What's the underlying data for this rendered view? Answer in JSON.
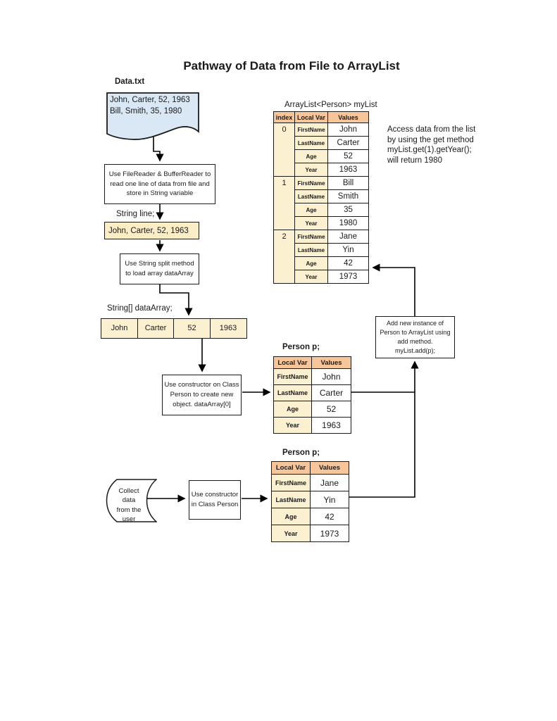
{
  "title": "Pathway of Data from File to ArrayList",
  "datafile": {
    "label": "Data.txt",
    "lines": [
      "John, Carter, 52, 1963",
      "Bill, Smith, 35, 1980"
    ]
  },
  "boxes": {
    "filereader": {
      "lines": [
        "Use FileReader & BufferReader to",
        "read one line of data from file and",
        "store in String variable"
      ]
    },
    "string_line": {
      "label": "String line;",
      "value": "John, Carter, 52, 1963"
    },
    "split": {
      "lines": [
        "Use String split method",
        "to load array dataArray"
      ]
    },
    "constructor1": {
      "lines": [
        "Use constructor on Class",
        "Person to create new",
        "object. dataArray[0]"
      ]
    },
    "add": {
      "lines": [
        "Add new instance of",
        "Person to ArrayList using",
        "add method.",
        "myList.add(p);"
      ]
    },
    "collect": {
      "lines": [
        "Collect data",
        "from the",
        "user"
      ]
    },
    "constructor2": {
      "lines": [
        "Use constructor",
        "in Class Person"
      ]
    }
  },
  "dataarray": {
    "label": "String[] dataArray;",
    "cells": [
      "John",
      "Carter",
      "52",
      "1963"
    ]
  },
  "arraylist": {
    "title": "ArrayList<Person> myList",
    "headers": [
      "index",
      "Local Var",
      "Values"
    ],
    "entries": [
      {
        "index": "0",
        "rows": [
          [
            "FirstName",
            "John"
          ],
          [
            "LastName",
            "Carter"
          ],
          [
            "Age",
            "52"
          ],
          [
            "Year",
            "1963"
          ]
        ]
      },
      {
        "index": "1",
        "rows": [
          [
            "FirstName",
            "Bill"
          ],
          [
            "LastName",
            "Smith"
          ],
          [
            "Age",
            "35"
          ],
          [
            "Year",
            "1980"
          ]
        ]
      },
      {
        "index": "2",
        "rows": [
          [
            "FirstName",
            "Jane"
          ],
          [
            "LastName",
            "Yin"
          ],
          [
            "Age",
            "42"
          ],
          [
            "Year",
            "1973"
          ]
        ]
      }
    ]
  },
  "person1": {
    "title": "Person p;",
    "headers": [
      "Local Var",
      "Values"
    ],
    "rows": [
      [
        "FirstName",
        "John"
      ],
      [
        "LastName",
        "Carter"
      ],
      [
        "Age",
        "52"
      ],
      [
        "Year",
        "1963"
      ]
    ]
  },
  "person2": {
    "title": "Person p;",
    "headers": [
      "Local Var",
      "Values"
    ],
    "rows": [
      [
        "FirstName",
        "Jane"
      ],
      [
        "LastName",
        "Yin"
      ],
      [
        "Age",
        "42"
      ],
      [
        "Year",
        "1973"
      ]
    ]
  },
  "note": {
    "lines": [
      "Access data from the list",
      "by using the get method",
      "myList.get(1).getYear();",
      "will return 1980"
    ]
  },
  "colors": {
    "document_fill": "#D9E8F4",
    "table_header": "#F6C59A",
    "cell_cream": "#FBF0D0",
    "string_box_fill": "#FBEDC6",
    "border": "#1b1b1b"
  }
}
